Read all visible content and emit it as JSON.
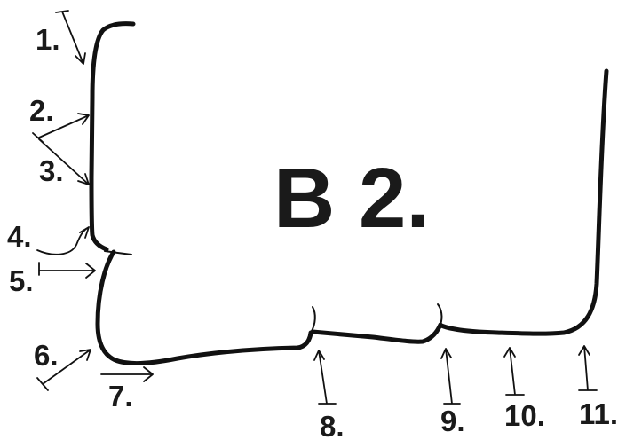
{
  "title": "B 2.",
  "points": [
    {
      "id": "1",
      "text": "1."
    },
    {
      "id": "2",
      "text": "2."
    },
    {
      "id": "3",
      "text": "3."
    },
    {
      "id": "4",
      "text": "4."
    },
    {
      "id": "5",
      "text": "5."
    },
    {
      "id": "6",
      "text": "6."
    },
    {
      "id": "7",
      "text": "7."
    },
    {
      "id": "8",
      "text": "8."
    },
    {
      "id": "9",
      "text": "9."
    },
    {
      "id": "10",
      "text": "10."
    },
    {
      "id": "11",
      "text": "11."
    }
  ]
}
